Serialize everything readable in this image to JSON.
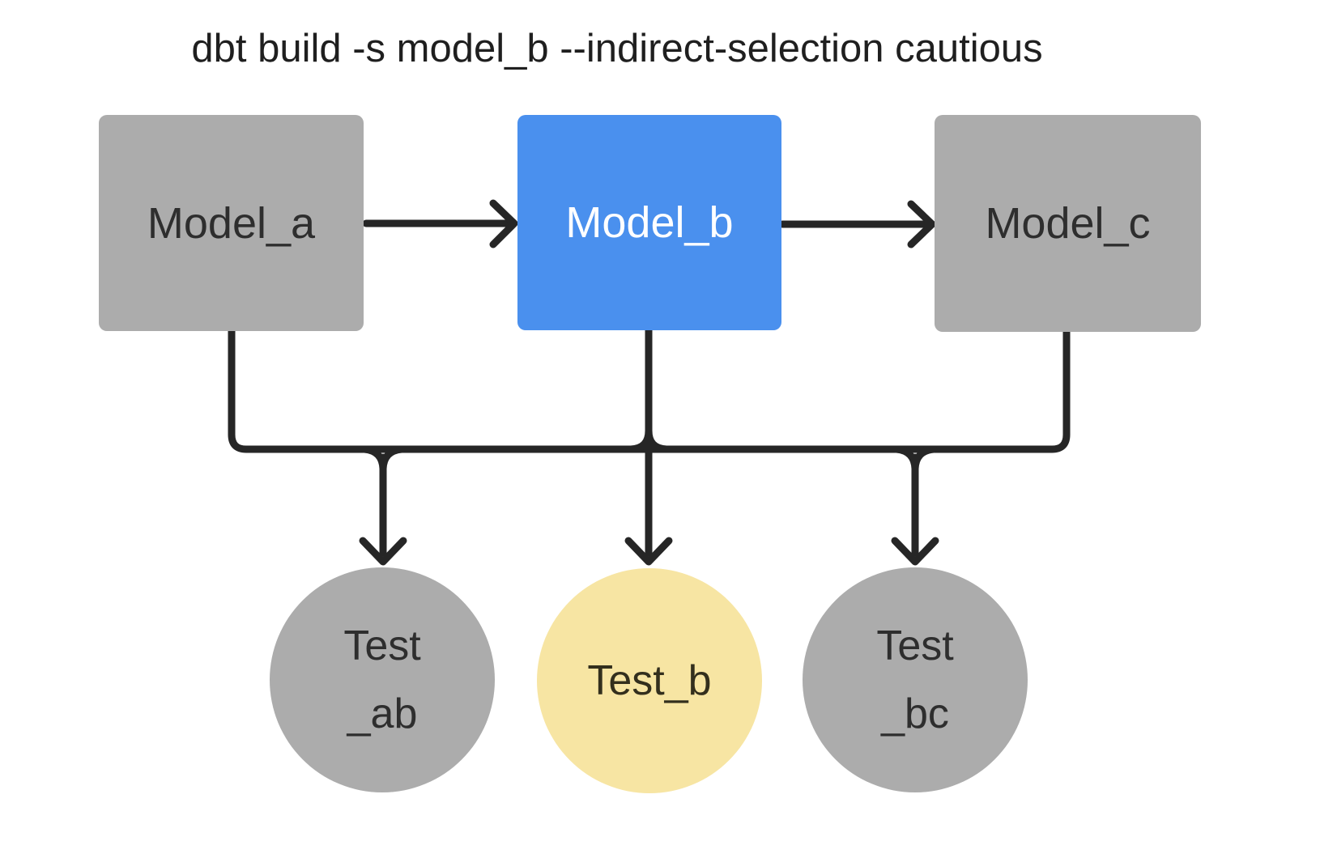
{
  "title": "dbt build -s model_b --indirect-selection cautious",
  "colors": {
    "background": "#ffffff",
    "node_gray": "#acacac",
    "selected_blue": "#4a90ee",
    "test_yellow": "#f7e5a3",
    "line_dark": "#262626",
    "text_dark": "#2e2e2e",
    "text_on_blue": "#ffffff"
  },
  "nodes": {
    "model_a": {
      "label": "Model_a",
      "type": "model",
      "fill": "gray"
    },
    "model_b": {
      "label": "Model_b",
      "type": "model",
      "fill": "blue"
    },
    "model_c": {
      "label": "Model_c",
      "type": "model",
      "fill": "gray"
    },
    "test_ab": {
      "label_line1": "Test",
      "label_line2": "_ab",
      "type": "test",
      "fill": "gray"
    },
    "test_b": {
      "label": "Test_b",
      "type": "test",
      "fill": "yellow"
    },
    "test_bc": {
      "label_line1": "Test",
      "label_line2": "_bc",
      "type": "test",
      "fill": "gray"
    }
  },
  "edges": [
    {
      "from": "Model_a",
      "to": "Model_b"
    },
    {
      "from": "Model_b",
      "to": "Model_c"
    },
    {
      "from": "Model_a",
      "to": "Test_ab"
    },
    {
      "from": "Model_b",
      "to": "Test_ab"
    },
    {
      "from": "Model_b",
      "to": "Test_b"
    },
    {
      "from": "Model_b",
      "to": "Test_bc"
    },
    {
      "from": "Model_c",
      "to": "Test_bc"
    }
  ]
}
